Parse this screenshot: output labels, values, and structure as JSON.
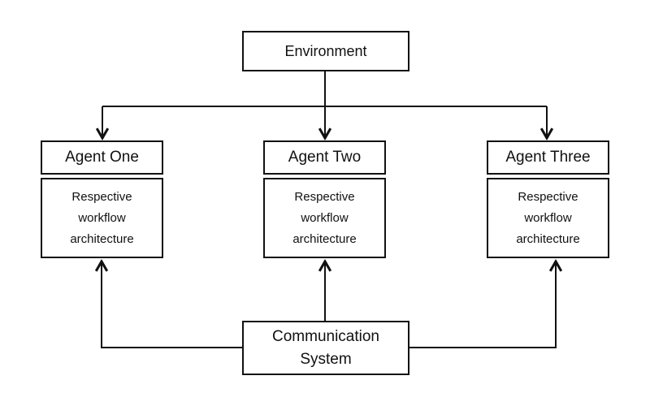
{
  "diagram": {
    "title": "multi-agent-architecture",
    "environment": {
      "label": "Environment"
    },
    "agents": [
      {
        "title": "Agent One",
        "body": "Respective workflow architecture"
      },
      {
        "title": "Agent Two",
        "body": "Respective workflow architecture"
      },
      {
        "title": "Agent Three",
        "body": "Respective workflow architecture"
      }
    ],
    "communication": {
      "label": "Communication System"
    },
    "colors": {
      "stroke": "#111111",
      "background": "#ffffff",
      "text": "#111111"
    }
  }
}
